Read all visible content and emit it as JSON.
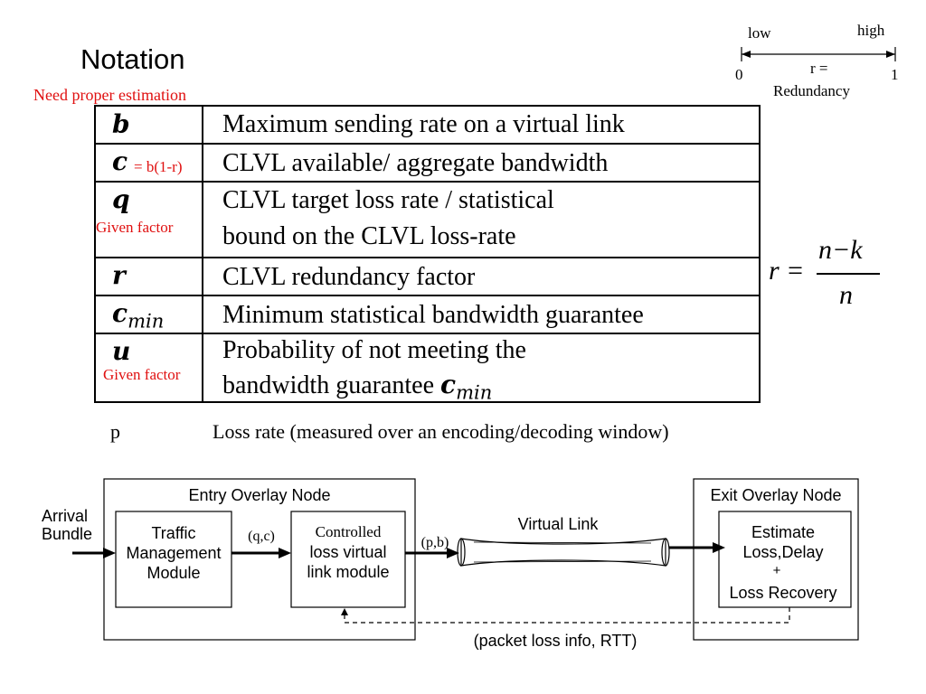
{
  "heading": "Notation",
  "need_estimation": "Need proper estimation",
  "scale": {
    "low": "low",
    "high": "high",
    "zero": "0",
    "one": "1",
    "r_label": "r =",
    "redundancy": "Redundancy"
  },
  "table": {
    "rows": [
      {
        "symbol": "b",
        "desc": [
          "Maximum sending rate on a virtual link"
        ]
      },
      {
        "symbol": "c",
        "symbol_note": "= b(1-r)",
        "desc": [
          "CLVL available/ aggregate bandwidth"
        ]
      },
      {
        "symbol": "q",
        "symbol_note": "Given factor",
        "desc": [
          "CLVL target loss rate / statistical",
          "bound on the CLVL loss-rate"
        ]
      },
      {
        "symbol": "r",
        "desc": [
          "CLVL redundancy factor"
        ]
      },
      {
        "symbol": "c",
        "symbol_sub": "min",
        "desc": [
          "Minimum statistical bandwidth guarantee"
        ]
      },
      {
        "symbol": "u",
        "symbol_note": "Given factor",
        "desc": [
          "Probability of not meeting the",
          "bandwidth guarantee "
        ],
        "desc_sym": "c",
        "desc_sym_sub": "min"
      }
    ]
  },
  "formula": {
    "lhs": "r =",
    "num": "n−k",
    "den": "n"
  },
  "p_row": {
    "symbol": "p",
    "desc": "Loss rate (measured over an encoding/decoding window)"
  },
  "diagram": {
    "arrival": [
      "Arrival",
      "Bundle"
    ],
    "entry_title": "Entry Overlay Node",
    "tm_module": [
      "Traffic",
      "Management",
      "Module"
    ],
    "qc": "(q,c)",
    "clvl_module": [
      "Controlled",
      "loss virtual",
      "link module"
    ],
    "pb": "(p,b)",
    "virtual_link": "Virtual Link",
    "exit_title": "Exit Overlay Node",
    "estimate": [
      "Estimate",
      "Loss,Delay",
      "+",
      "Loss Recovery"
    ],
    "feedback": "(packet loss info, RTT)"
  }
}
